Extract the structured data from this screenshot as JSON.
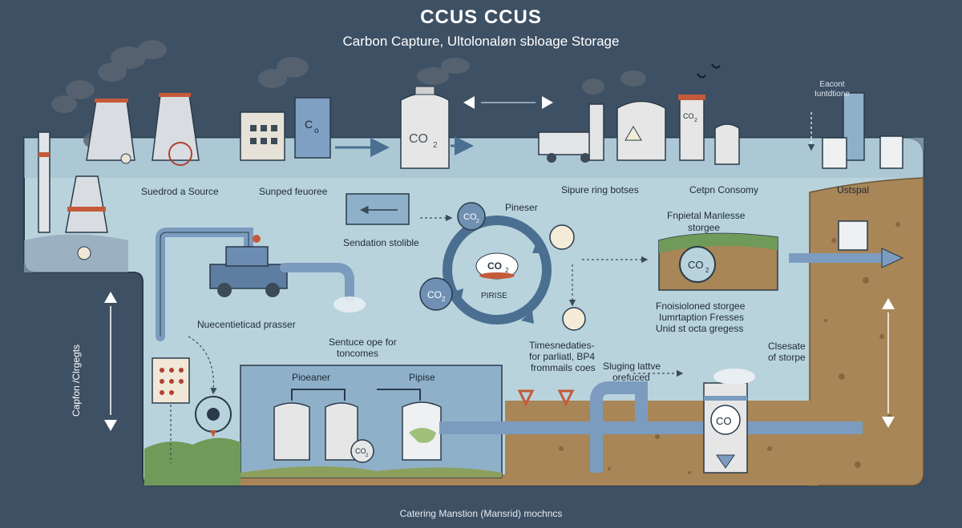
{
  "header": {
    "title": "CCUS CCUS",
    "subtitle": "Carbon Capture, Ultolonaløn sbloage Storage"
  },
  "top_right_note": "Eacont Iuntdtione",
  "side_label": "Capfon /Clrgegts",
  "footer": "Catering Manstion (Mansrid) mochncs",
  "labels": {
    "source": "Suedrod a Source",
    "sunped": "Sunped feuoree",
    "sipure": "Sipure ring botses",
    "cetpn": "Cetpn Consomy",
    "ustspal": "Ustspal",
    "sendation": "Sendation stolible",
    "pineser": "Pineser",
    "fnpietal_1": "Fnpietal Manlesse",
    "fnpietal_2": "storgee",
    "nuecentieticad": "Nuecentieticad prasser",
    "sentuce_1": "Sentuce ope for",
    "sentuce_2": "toncomes",
    "fnoi_1": "Fnoisioloned storgee",
    "fnoi_2": "Iumrtaption Fresses",
    "fnoi_3": "Unid st octa gregess",
    "timesn_1": "Timesnedaties-",
    "timesn_2": "for parliatl, BP4",
    "timesn_3": "frommails coes",
    "clsesate_1": "Clsesate",
    "clsesate_2": "of storpe",
    "sluging_1": "Sluging lattve",
    "sluging_2": "orefuced",
    "pioeaner": "Pioeaner",
    "pipise": "Pipise",
    "pirise": "PIRISE"
  },
  "glyphs": {
    "co_stack": "CO",
    "co2_tank": "CO",
    "co2_sub": "2",
    "co_left": "CO",
    "co_left_sub": "2",
    "co_center": "CO",
    "co_center_sub": "2",
    "co_mid": "CO",
    "co_mid_sub": "2",
    "co_storage": "CO",
    "co_storage_sub": "2",
    "co_tank_bottom": "CO",
    "co_small": "CO",
    "co_small_sub": "2",
    "co_stack2": "C",
    "co_stack2_sub": "o",
    "co_small_right": "CO",
    "co_small_right_sub": "2"
  },
  "colors": {
    "background": "#3d5064",
    "panel": "#b9d3dd",
    "soil": "#a88657",
    "pipe": "#7b9cbf",
    "arrow": "#4b6f91"
  }
}
